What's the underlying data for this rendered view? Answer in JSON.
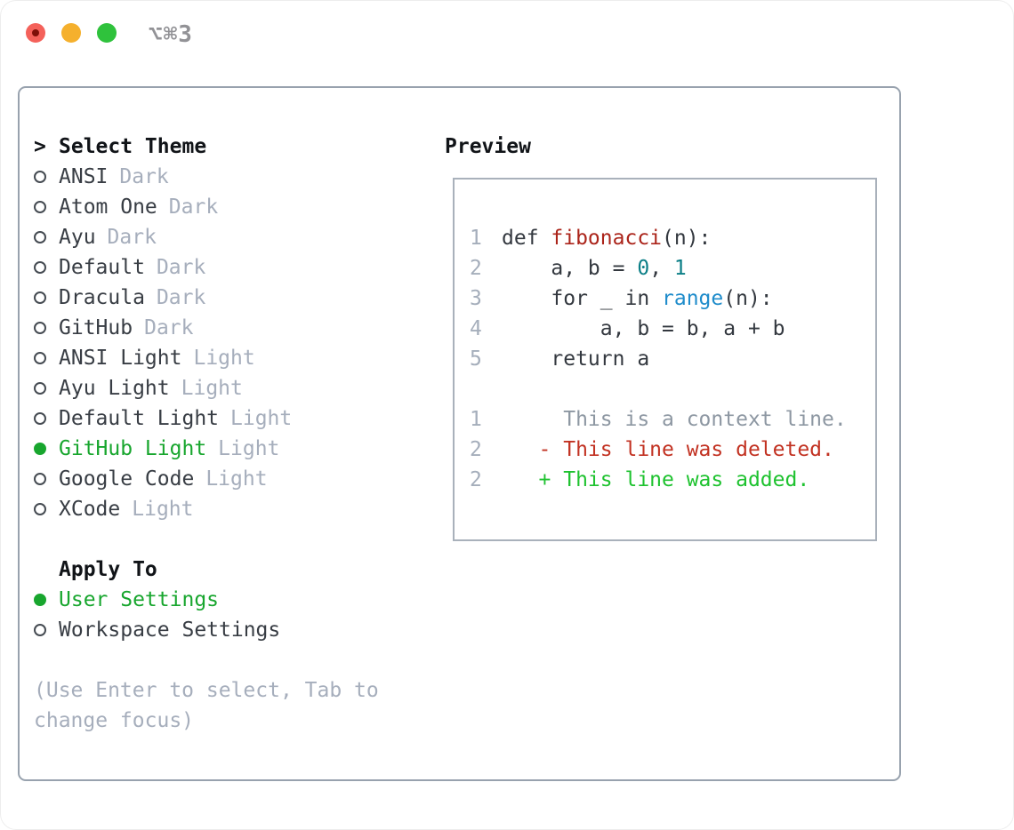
{
  "window": {
    "shortcut_label": "⌥⌘3"
  },
  "traffic_lights": [
    {
      "name": "close",
      "color": "#f4615a",
      "dot_color": "#7e0f08"
    },
    {
      "name": "minimize",
      "color": "#f5b02d"
    },
    {
      "name": "zoom",
      "color": "#2fc23c"
    }
  ],
  "theme_panel": {
    "prompt": ">",
    "title": "Select Theme",
    "items": [
      {
        "name": "ANSI",
        "variant": "Dark",
        "selected": false
      },
      {
        "name": "Atom One",
        "variant": "Dark",
        "selected": false
      },
      {
        "name": "Ayu",
        "variant": "Dark",
        "selected": false
      },
      {
        "name": "Default",
        "variant": "Dark",
        "selected": false
      },
      {
        "name": "Dracula",
        "variant": "Dark",
        "selected": false
      },
      {
        "name": "GitHub",
        "variant": "Dark",
        "selected": false
      },
      {
        "name": "ANSI Light",
        "variant": "Light",
        "selected": false
      },
      {
        "name": "Ayu Light",
        "variant": "Light",
        "selected": false
      },
      {
        "name": "Default Light",
        "variant": "Light",
        "selected": false
      },
      {
        "name": "GitHub Light",
        "variant": "Light",
        "selected": true
      },
      {
        "name": "Google Code",
        "variant": "Light",
        "selected": false
      },
      {
        "name": "XCode",
        "variant": "Light",
        "selected": false
      }
    ]
  },
  "apply_panel": {
    "title": "Apply To",
    "options": [
      {
        "label": "User Settings",
        "selected": true
      },
      {
        "label": "Workspace Settings",
        "selected": false
      }
    ]
  },
  "hint": {
    "line1": "(Use Enter to select, Tab to",
    "line2": "change focus)"
  },
  "preview": {
    "title": "Preview",
    "lines": [
      {
        "num": "1",
        "segments": [
          {
            "t": "def ",
            "c": "code"
          },
          {
            "t": "fibonacci",
            "c": "fn"
          },
          {
            "t": "(n):",
            "c": "code"
          }
        ]
      },
      {
        "num": "2",
        "segments": [
          {
            "t": "    a, b = ",
            "c": "code"
          },
          {
            "t": "0",
            "c": "num"
          },
          {
            "t": ", ",
            "c": "code"
          },
          {
            "t": "1",
            "c": "num"
          }
        ]
      },
      {
        "num": "3",
        "segments": [
          {
            "t": "    for _ in ",
            "c": "code"
          },
          {
            "t": "range",
            "c": "builtin"
          },
          {
            "t": "(n):",
            "c": "code"
          }
        ]
      },
      {
        "num": "4",
        "segments": [
          {
            "t": "        a, b = b, a + b",
            "c": "code"
          }
        ]
      },
      {
        "num": "5",
        "segments": [
          {
            "t": "    return a",
            "c": "code"
          }
        ]
      },
      {
        "num": "",
        "segments": []
      },
      {
        "num": "1",
        "segments": [
          {
            "t": "     This is a context line.",
            "c": "context"
          }
        ]
      },
      {
        "num": "2",
        "segments": [
          {
            "t": "   - This line was deleted.",
            "c": "deleted"
          }
        ]
      },
      {
        "num": "2",
        "segments": [
          {
            "t": "   + This line was added.",
            "c": "added"
          }
        ]
      }
    ]
  },
  "colors": {
    "selected_green": "#18a62e",
    "added_green": "#1ec22f",
    "deleted_red": "#c23222",
    "function_red": "#ab241a",
    "number_teal": "#0c7f87",
    "builtin_blue": "#1f8ccb",
    "muted_gray": "#a6aebc",
    "text_dark": "#383d44",
    "frame_border": "#98a2ae"
  }
}
